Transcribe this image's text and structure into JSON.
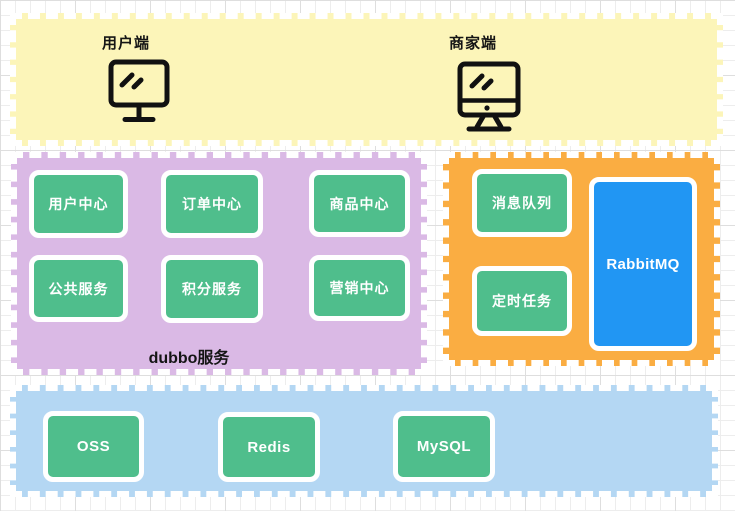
{
  "diagram": {
    "clients": {
      "bg": "#FCF5B9",
      "user": {
        "label": "用户端",
        "icon": "monitor-icon"
      },
      "merchant": {
        "label": "商家端",
        "icon": "imac-icon"
      }
    },
    "dubbo": {
      "bg": "#DAB9E5",
      "label": "dubbo服务",
      "boxes": [
        {
          "label": "用户中心"
        },
        {
          "label": "订单中心"
        },
        {
          "label": "商品中心"
        },
        {
          "label": "公共服务"
        },
        {
          "label": "积分服务"
        },
        {
          "label": "营销中心"
        }
      ]
    },
    "mq": {
      "bg": "#FAAD42",
      "boxes": [
        {
          "label": "消息队列"
        },
        {
          "label": "定时任务"
        }
      ],
      "rabbitmq": {
        "label": "RabbitMQ",
        "bg": "#2196F3"
      }
    },
    "storage": {
      "bg": "#B4D7F3",
      "boxes": [
        {
          "label": "OSS"
        },
        {
          "label": "Redis"
        },
        {
          "label": "MySQL"
        }
      ]
    },
    "colors": {
      "service_box_green": "#4FBE8C",
      "rabbitmq_blue": "#2196F3",
      "box_border_white": "#FFFFFF",
      "box_text_white": "#FFFFFF",
      "label_text_black": "#151515",
      "grid_minor_line": "#EDEDED",
      "grid_major_line": "#DEDEDE",
      "icon_stroke_black": "#111111"
    }
  }
}
